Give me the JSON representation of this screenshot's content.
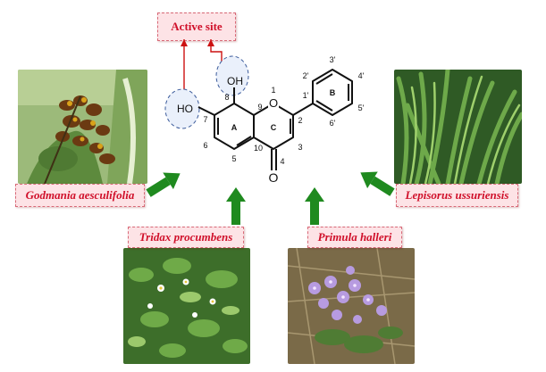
{
  "active_site": {
    "label": "Active site"
  },
  "plants": {
    "godmania": {
      "name": "Godmania aesculifolia"
    },
    "tridax": {
      "name": "Tridax procumbens"
    },
    "primula": {
      "name": "Primula halleri"
    },
    "lepisorus": {
      "name": "Lepisorus ussuriensis"
    }
  },
  "molecule": {
    "substituents": {
      "oh_top": "OH",
      "oh_left": "HO",
      "carbonyl_o": "O",
      "ring_o": "O"
    },
    "rings": {
      "a": "A",
      "b": "B",
      "c": "C"
    },
    "positions": {
      "p1": "1",
      "p2": "2",
      "p3": "3",
      "p4": "4",
      "p5": "5",
      "p6": "6",
      "p7": "7",
      "p8": "8",
      "p9": "9",
      "p10": "10",
      "p1p": "1'",
      "p2p": "2'",
      "p3p": "3'",
      "p4p": "4'",
      "p5p": "5'",
      "p6p": "6'"
    }
  },
  "colors": {
    "arrow_green": "#1f8a1f",
    "label_red": "#d0102a",
    "label_fill": "#fde3e6",
    "callout_red": "#cc1111",
    "dashed_circle": "#3a5a9a"
  }
}
